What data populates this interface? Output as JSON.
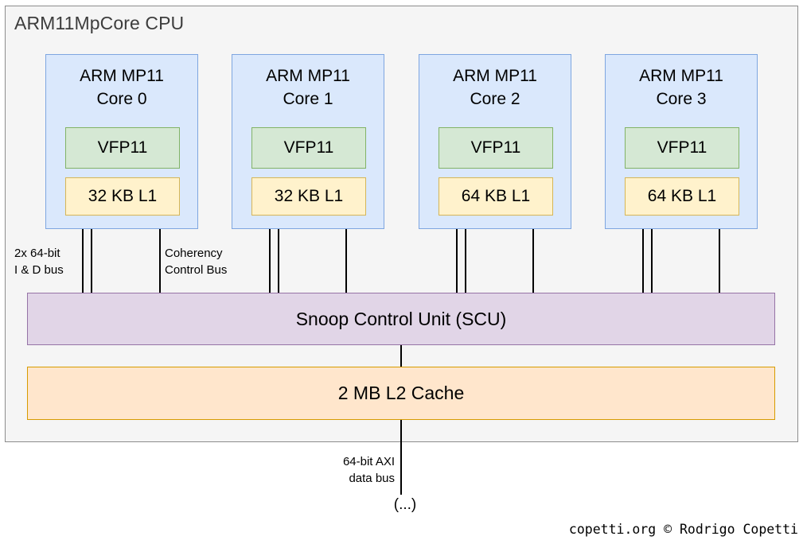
{
  "diagram": {
    "title": "ARM11MpCore CPU",
    "cores": [
      {
        "name": "ARM MP11\nCore 0",
        "fpu": "VFP11",
        "cache": "32 KB L1"
      },
      {
        "name": "ARM MP11\nCore 1",
        "fpu": "VFP11",
        "cache": "32 KB L1"
      },
      {
        "name": "ARM MP11\nCore 2",
        "fpu": "VFP11",
        "cache": "64 KB L1"
      },
      {
        "name": "ARM MP11\nCore 3",
        "fpu": "VFP11",
        "cache": "64 KB L1"
      }
    ],
    "bus_labels": {
      "id_bus": "2x 64-bit\nI & D bus",
      "coherency_bus": "Coherency\nControl Bus",
      "axi_bus": "64-bit AXI\ndata bus"
    },
    "scu": "Snoop Control Unit (SCU)",
    "l2": "2 MB L2 Cache",
    "external": "(...)",
    "attribution": "copetti.org © Rodrigo Copetti",
    "colors": {
      "frame_fill": "#f5f5f5",
      "frame_stroke": "#8c8c8c",
      "core_fill": "#dae8fc",
      "core_stroke": "#7ea6e0",
      "fpu_fill": "#d5e8d4",
      "fpu_stroke": "#82b366",
      "cache_fill": "#fff2cc",
      "cache_stroke": "#d6b656",
      "scu_fill": "#e1d5e7",
      "scu_stroke": "#9673a6",
      "l2_fill": "#ffe6cc",
      "l2_stroke": "#d79b00",
      "line": "#000000"
    }
  }
}
